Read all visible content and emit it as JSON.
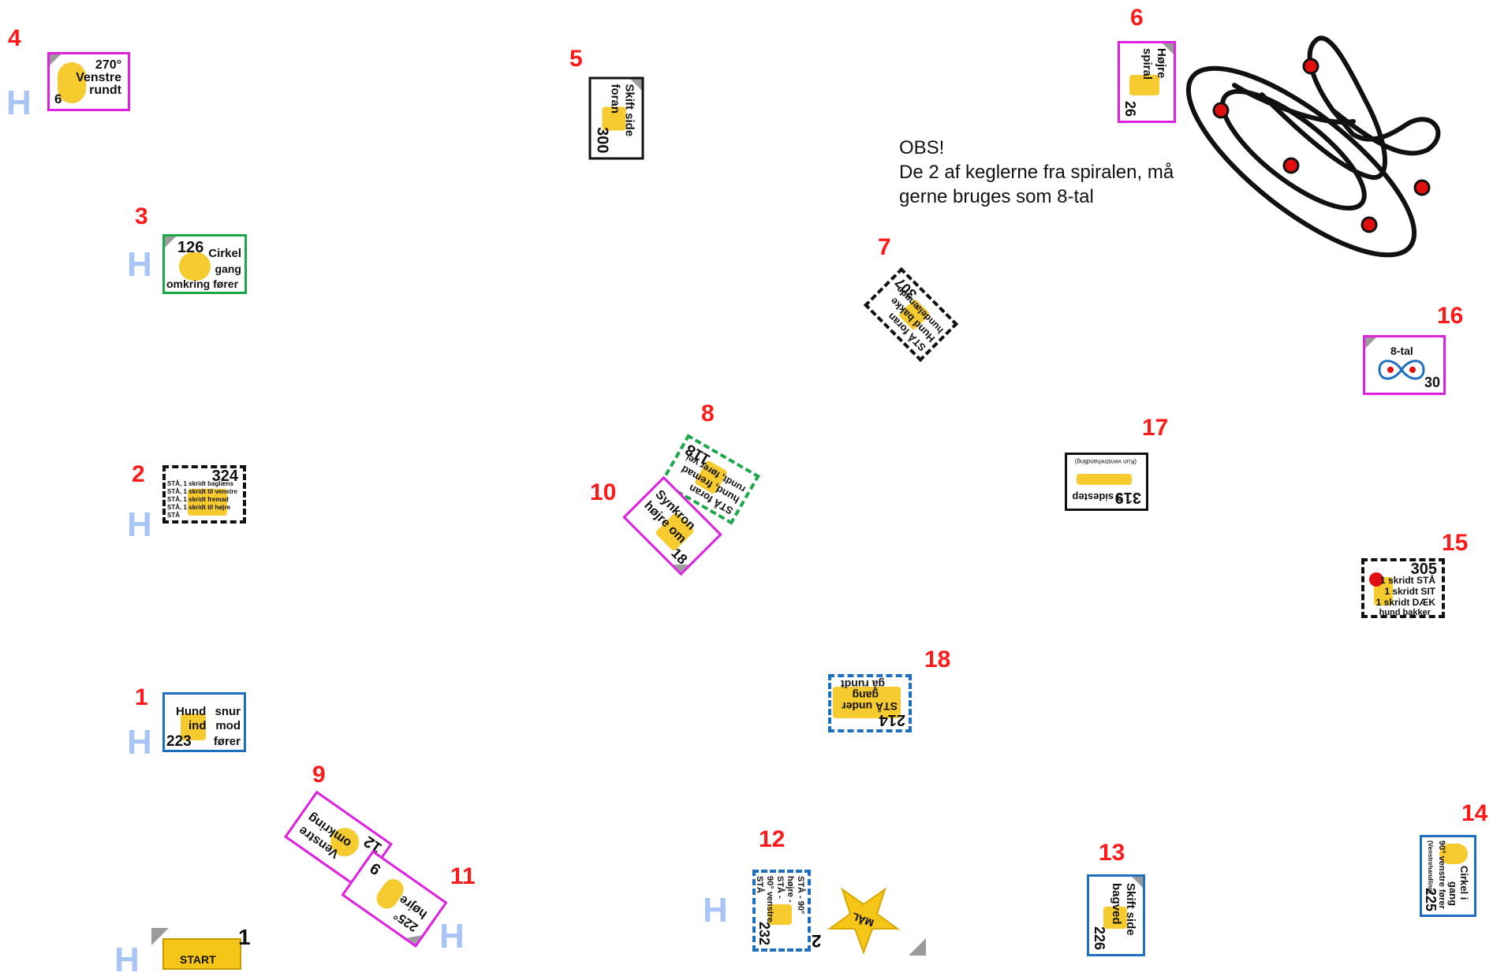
{
  "station_numbers": [
    "1",
    "2",
    "3",
    "4",
    "5",
    "6",
    "7",
    "8",
    "9",
    "10",
    "11",
    "12",
    "13",
    "14",
    "15",
    "16",
    "17",
    "18"
  ],
  "h_marker": "H",
  "note": {
    "line1": "OBS!",
    "line2": "De 2 af keglerne fra spiralen, må",
    "line3": "gerne bruges som 8-tal"
  },
  "signs": {
    "s1": {
      "num": "223",
      "l1": "Hund",
      "l1b": "snur",
      "l2": "ind",
      "l2b": "mod",
      "l3": "fører"
    },
    "s2": {
      "num": "324",
      "lines": [
        "STÅ, 1 skridt baglæns",
        "STÅ, 1 skridt til venstre",
        "STÅ, 1 skridt fremad",
        "STÅ, 1 skridt til højre",
        "STÅ"
      ]
    },
    "s3": {
      "num": "126",
      "l1": "Cirkel",
      "l2": "gang",
      "l3": "omkring fører"
    },
    "s4": {
      "num": "6",
      "l1": "270°",
      "l2": "Venstre",
      "l3": "rundt"
    },
    "s5": {
      "num": "300",
      "l1": "Skift side",
      "l2": "foran"
    },
    "s6": {
      "num": "26",
      "l1": "Højre",
      "l2": "spiral"
    },
    "s7": {
      "num": "307",
      "l1": "STÅ foran",
      "l2": "Hund bakke",
      "l3": "hundelængde"
    },
    "s8": {
      "num": "118",
      "l1": "STÅ foran",
      "l2": "hund, fremad",
      "l3": "rundt, fører vej"
    },
    "s9": {
      "num": "12",
      "l1": "Venstre",
      "l2": "omkring"
    },
    "s10": {
      "num": "18",
      "l1": "Synkron",
      "l2": "højre om"
    },
    "s11": {
      "num": "9",
      "l1": "225°",
      "l2": "højre"
    },
    "s12": {
      "num": "232",
      "lines": [
        "STÅ - 90°",
        "højre -",
        "STÅ -",
        "90° venstre -",
        "STÅ"
      ]
    },
    "s13": {
      "num": "226",
      "l1": "Skift side",
      "l2": "bagved"
    },
    "s14": {
      "num": "225",
      "l1": "Cirkel i",
      "l2": "gang",
      "l3": "90° venstre fører",
      "l4": "(Venstrehandling)"
    },
    "s15": {
      "num": "305",
      "lines": [
        "1 skridt STÅ",
        "1 skridt SIT",
        "1 skridt DÆK",
        "hund bakker"
      ]
    },
    "s16": {
      "num": "30",
      "l1": "8-tal"
    },
    "s17": {
      "num": "319",
      "l1": "3 sidestep",
      "l2": "(Kun venstrehandling)"
    },
    "s18": {
      "num": "214",
      "l1": "STÅ under",
      "l2": "gang",
      "l3": "gå rundt"
    },
    "start": {
      "num": "1",
      "label": "START"
    },
    "finish": {
      "num": "2",
      "label": "MÅL"
    }
  },
  "colors": {
    "station_number": "#ff1a1a",
    "h_marker": "#a9c5f5",
    "magenta": "#e020e0",
    "green": "#1aa84a",
    "blue": "#1f6fc0",
    "gold": "#f5c518",
    "cone": "#e01010"
  }
}
